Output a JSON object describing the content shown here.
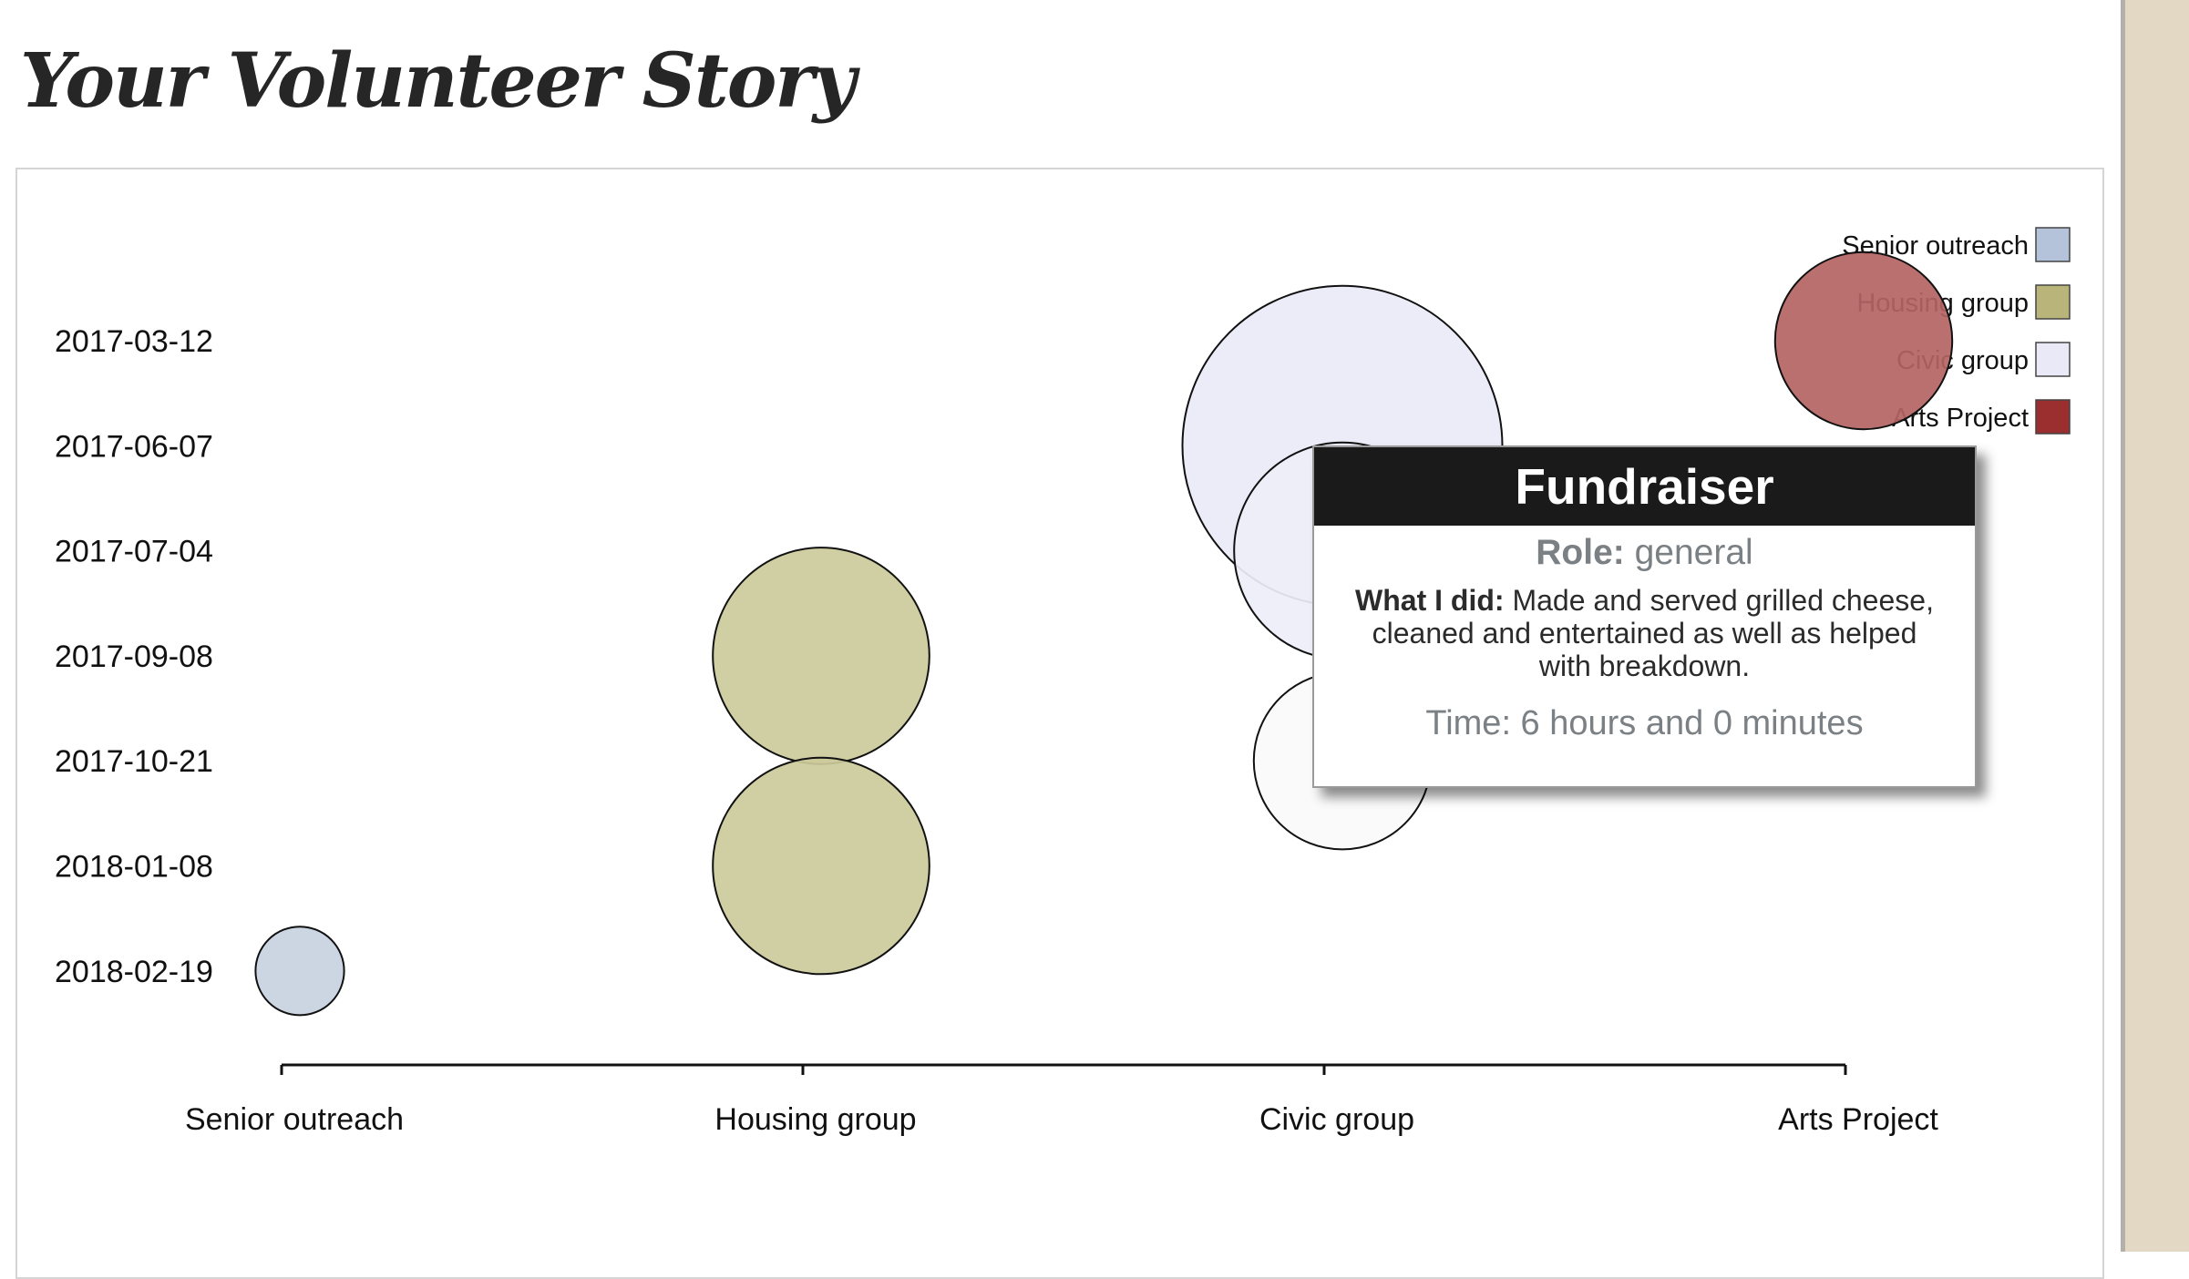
{
  "page": {
    "title": "Your Volunteer Story"
  },
  "chart_data": {
    "type": "scatter",
    "title": "",
    "xlabel": "",
    "ylabel": "",
    "categories": [
      "Senior outreach",
      "Housing group",
      "Civic group",
      "Arts Project"
    ],
    "dates": [
      "2017-03-12",
      "2017-06-07",
      "2017-07-04",
      "2017-09-08",
      "2017-10-21",
      "2018-01-08",
      "2018-02-19"
    ],
    "legend": {
      "placement": "top-right",
      "items": [
        {
          "name": "Senior outreach",
          "color": "#b4c3d9"
        },
        {
          "name": "Housing group",
          "color": "#b9b479"
        },
        {
          "name": "Civic group",
          "color": "#e9e9f7"
        },
        {
          "name": "Arts Project",
          "color": "#9b2f2f"
        }
      ]
    },
    "points": [
      {
        "category": "Arts Project",
        "date": "2017-03-12",
        "size": 3.6,
        "color": "#b56464"
      },
      {
        "category": "Civic group",
        "date": "2017-06-07",
        "size": 6.5,
        "color": "#eaeaf8"
      },
      {
        "category": "Civic group",
        "date": "2017-07-04",
        "size": 4.4,
        "color": "#eeeef9"
      },
      {
        "category": "Housing group",
        "date": "2017-09-08",
        "size": 4.4,
        "color": "#cccb9b"
      },
      {
        "category": "Civic group",
        "date": "2017-10-21",
        "size": 3.6,
        "color": "#fafafa"
      },
      {
        "category": "Housing group",
        "date": "2018-01-08",
        "size": 4.4,
        "color": "#cccb9b"
      },
      {
        "category": "Senior outreach",
        "date": "2018-02-19",
        "size": 1.8,
        "color": "#c8d2e1"
      }
    ],
    "grid": false
  },
  "tooltip": {
    "title": "Fundraiser",
    "role_label": "Role:",
    "role_value": "general",
    "did_label": "What I did:",
    "did_value": "Made and served grilled cheese, cleaned and entertained as well as helped with breakdown.",
    "time": "Time: 6 hours and 0 minutes"
  }
}
